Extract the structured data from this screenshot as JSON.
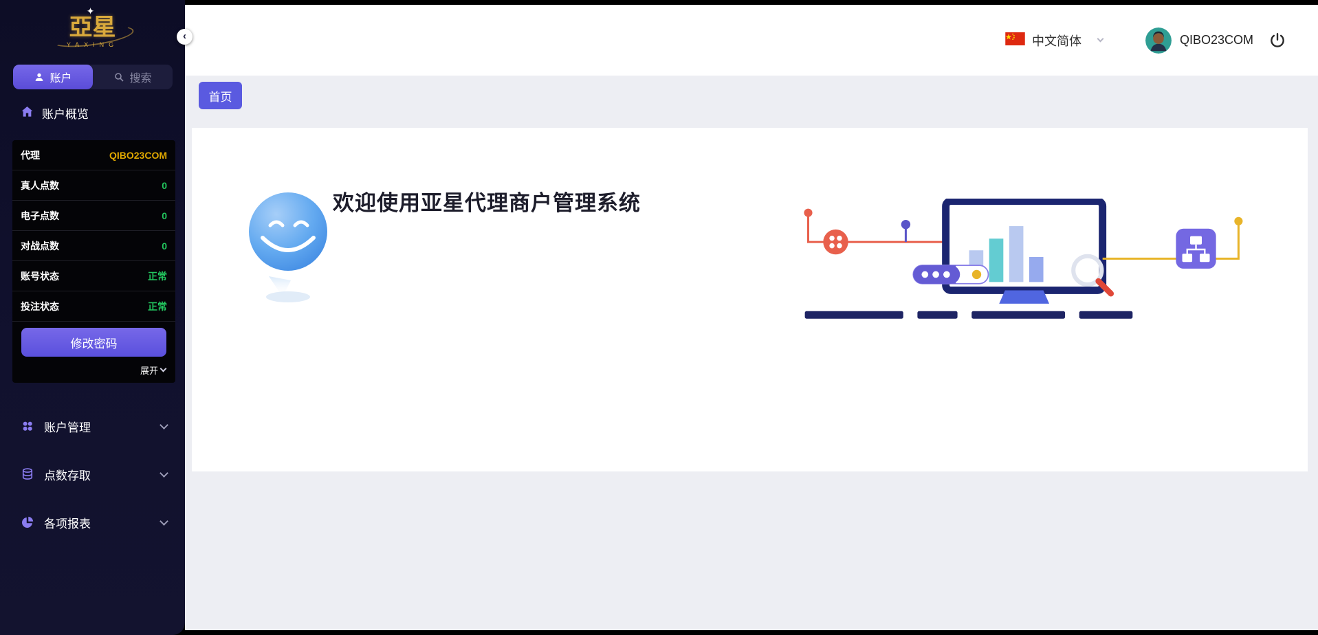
{
  "colors": {
    "sidebar_bg": "#0d0d26",
    "accent_purple": "#6a5ae0",
    "panel_bg": "#040407",
    "value_gold": "#e0a800",
    "value_green": "#22c55e",
    "header_bg": "#ffffff",
    "content_bg": "#edeef3",
    "home_button_bg": "#5a5ae0",
    "logo_gold": "#d9a93c"
  },
  "sidebar": {
    "logo": {
      "title": "亞星",
      "subtitle": "YAXING",
      "spark": "✦"
    },
    "collapse_icon": "‹",
    "tabs": [
      {
        "label": "账户",
        "icon": "user-icon",
        "active": true
      },
      {
        "label": "搜索",
        "icon": "search-icon",
        "active": false
      }
    ],
    "overview": {
      "label": "账户概览",
      "icon": "home-icon"
    },
    "account_panel": {
      "rows": [
        {
          "label": "代理",
          "value": "QIBO23COM",
          "value_color": "#e0a800"
        },
        {
          "label": "真人点数",
          "value": "0",
          "value_color": "#22c55e"
        },
        {
          "label": "电子点数",
          "value": "0",
          "value_color": "#22c55e"
        },
        {
          "label": "对战点数",
          "value": "0",
          "value_color": "#22c55e"
        },
        {
          "label": "账号状态",
          "value": "正常",
          "value_color": "#22c55e"
        },
        {
          "label": "投注状态",
          "value": "正常",
          "value_color": "#22c55e"
        }
      ],
      "change_password_label": "修改密码",
      "expand_label": "展开"
    },
    "menu": [
      {
        "label": "账户管理",
        "icon": "grid-icon"
      },
      {
        "label": "点数存取",
        "icon": "coins-icon"
      },
      {
        "label": "各项报表",
        "icon": "pie-chart-icon"
      }
    ]
  },
  "header": {
    "language": {
      "label": "中文简体",
      "flag": "china-flag"
    },
    "user": {
      "name": "QIBO23COM"
    },
    "logout_icon": "power-icon"
  },
  "content": {
    "breadcrumb_home": "首页",
    "welcome_title": "欢迎使用亚星代理商户管理系统"
  }
}
